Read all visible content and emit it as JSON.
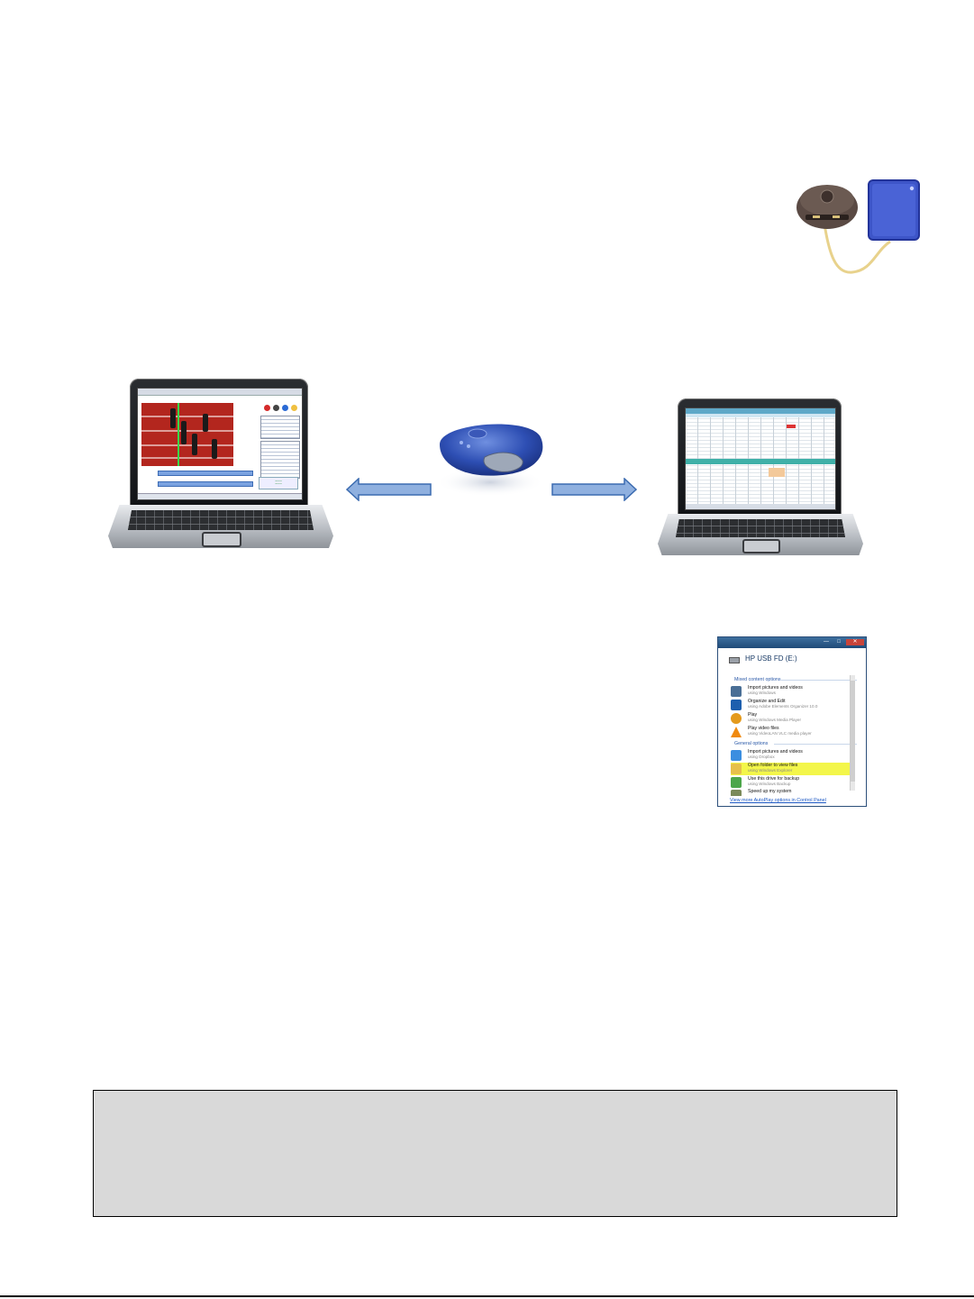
{
  "autoplay_dialog": {
    "title_buttons": [
      "—",
      "□",
      "✕"
    ],
    "drive_label": "HP USB FD (E:)",
    "section_mixed": "Mixed content options",
    "section_general": "General options",
    "options": [
      {
        "title": "Import pictures and videos",
        "subtitle": "using Windows",
        "icon": "import-photos-icon",
        "color": "#4a6f96"
      },
      {
        "title": "Organize and Edit",
        "subtitle": "using Adobe Elements Organizer 10.0",
        "icon": "organizer-icon",
        "color": "#1e5fae"
      },
      {
        "title": "Play",
        "subtitle": "using Windows Media Player",
        "icon": "media-player-icon",
        "color": "#e49a1c"
      },
      {
        "title": "Play video files",
        "subtitle": "using VideoLAN VLC media player",
        "icon": "vlc-cone-icon",
        "color": "#f08a10"
      },
      {
        "title": "Import pictures and videos",
        "subtitle": "using Dropbox",
        "icon": "dropbox-icon",
        "color": "#3b8ee0"
      },
      {
        "title": "Open folder to view files",
        "subtitle": "using Windows Explorer",
        "icon": "folder-icon",
        "color": "#e6c04a",
        "highlight": true
      },
      {
        "title": "Use this drive for backup",
        "subtitle": "using Windows Backup",
        "icon": "backup-icon",
        "color": "#4ca64a"
      },
      {
        "title": "Speed up my system",
        "subtitle": "",
        "icon": "readyboost-icon",
        "color": "#7a8a5a"
      }
    ],
    "footer_link": "View more AutoPlay options in Control Panel"
  }
}
